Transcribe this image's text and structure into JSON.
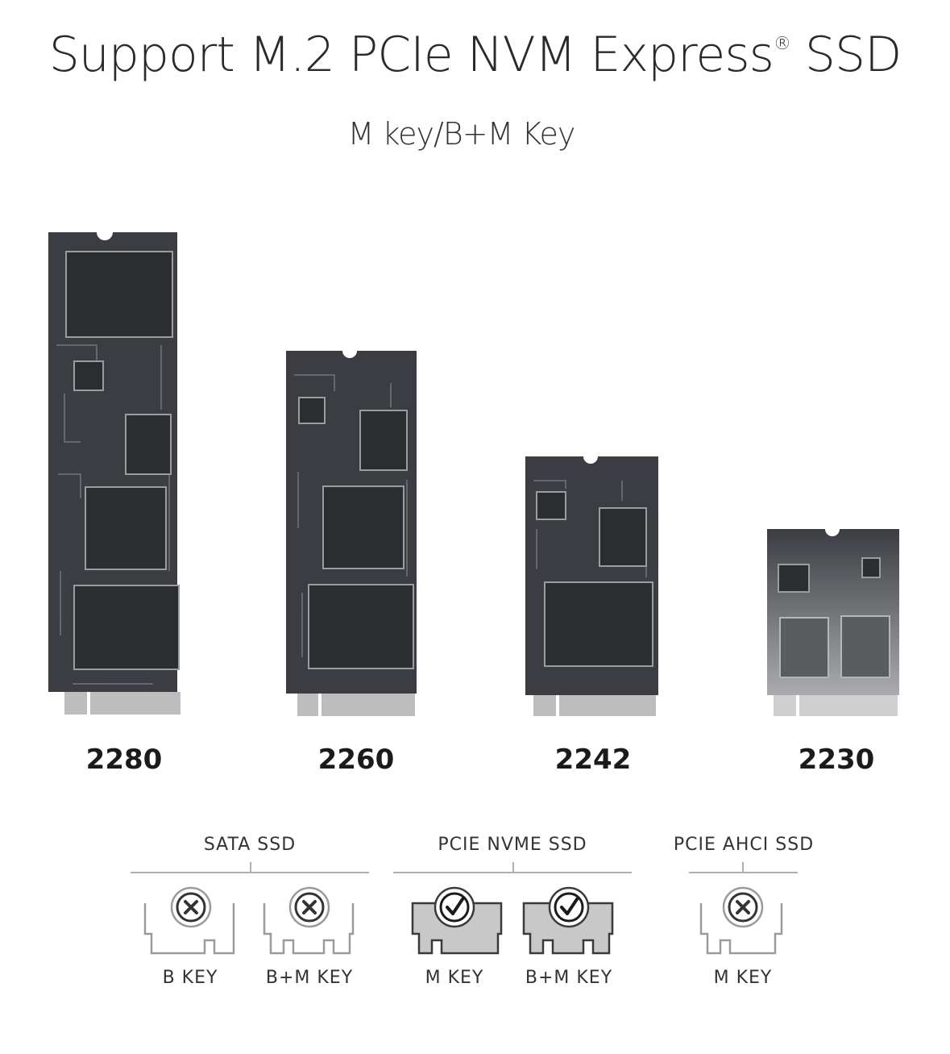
{
  "header": {
    "title": "Support M.2 PCIe NVM Express",
    "title_mark": "®",
    "title_suffix": " SSD",
    "subtitle": "M key/B+M Key"
  },
  "ssd_sizes": [
    {
      "label": "2280"
    },
    {
      "label": "2260"
    },
    {
      "label": "2242"
    },
    {
      "label": "2230"
    }
  ],
  "compatibility": {
    "groups": [
      {
        "label": "SATA SSD"
      },
      {
        "label": "PCIE NVME SSD"
      },
      {
        "label": "PCIE AHCI SSD"
      }
    ],
    "keys": [
      {
        "label": "B KEY",
        "supported": false
      },
      {
        "label": "B+M KEY",
        "supported": false
      },
      {
        "label": "M KEY",
        "supported": true
      },
      {
        "label": "B+M KEY",
        "supported": true
      },
      {
        "label": "M KEY",
        "supported": false
      }
    ]
  },
  "colors": {
    "pcb": "#3b3d42",
    "chip": "#2c2d31",
    "supported_fill": "#c8c8c8",
    "outline_unsupported": "#9a9a9a",
    "outline_supported": "#3a3a3a"
  }
}
